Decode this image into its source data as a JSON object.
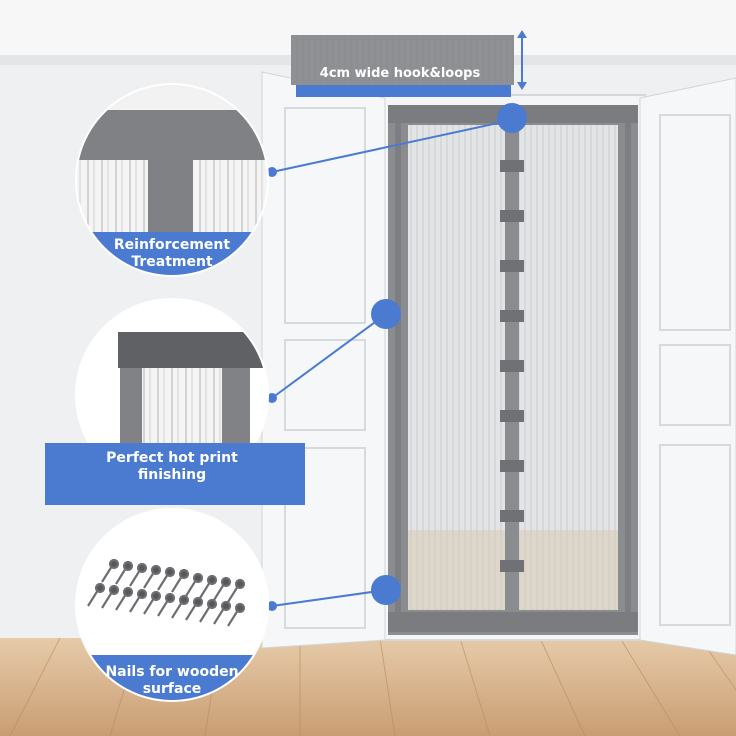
{
  "product_image": {
    "callouts": {
      "hook_loops": {
        "text": "4cm wide hook&loops"
      },
      "reinforcement": {
        "line1": "Reinforcement",
        "line2": "Treatment"
      },
      "hot_print": {
        "line1": "Perfect hot print",
        "line2": "finishing"
      },
      "nails": {
        "line1": "Nails for wooden",
        "line2": "surface"
      }
    },
    "colors": {
      "accent_blue": "#4a7bd0",
      "mesh_gray": "#8a8c8f",
      "wall": "#eef0f1",
      "floor": "#d9b896"
    }
  }
}
